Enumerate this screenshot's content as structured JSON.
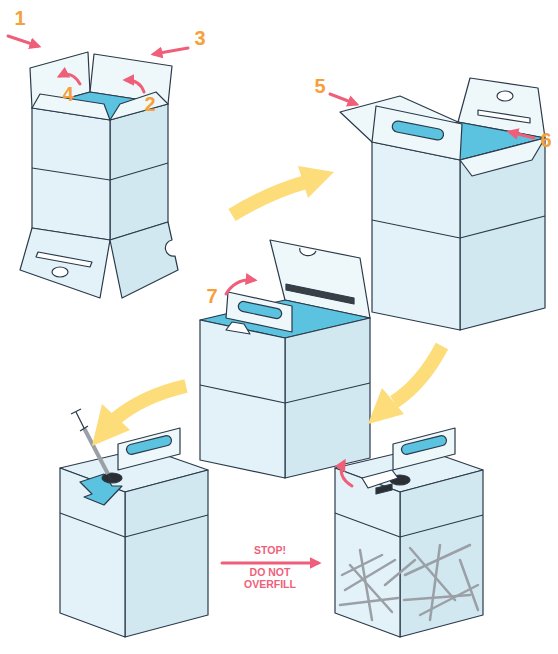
{
  "diagram": {
    "labels": [
      "1",
      "2",
      "3",
      "4",
      "5",
      "6",
      "7",
      "STOP!",
      "DO NOT OVERFILL"
    ]
  }
}
